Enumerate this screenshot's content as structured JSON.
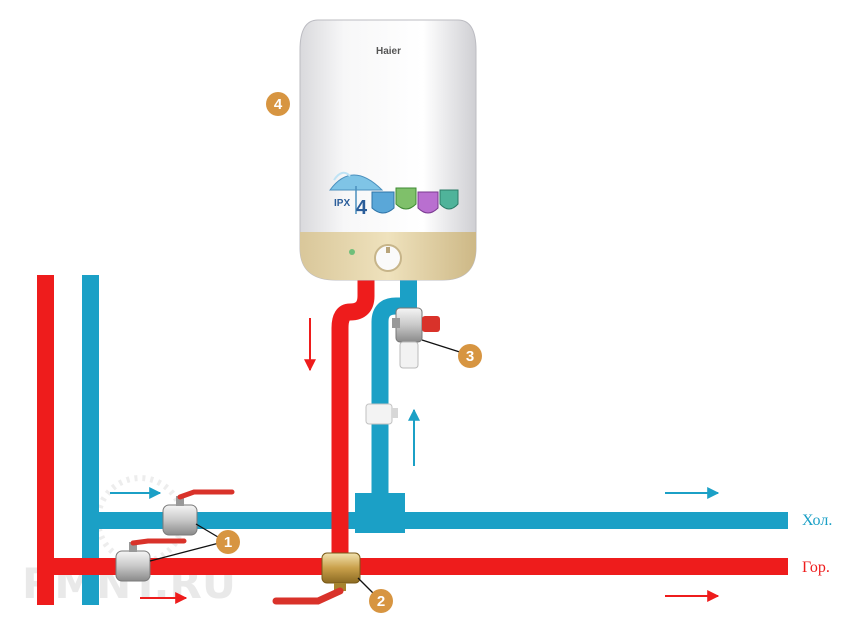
{
  "heater": {
    "brand": "Haier",
    "rating_prefix": "IPX",
    "rating_number": "4",
    "number": "4"
  },
  "labels": {
    "cold": "Хол.",
    "hot": "Гор."
  },
  "badges": {
    "valve1": "1",
    "valve2": "2",
    "valve3": "3"
  },
  "watermark": "RMNT.RU",
  "colors": {
    "hot_pipe": "#ee1c1c",
    "cold_pipe": "#1ba0c6",
    "badge": "#d79541",
    "cold_label": "#1ba0c6",
    "hot_label": "#ee1c1c"
  }
}
